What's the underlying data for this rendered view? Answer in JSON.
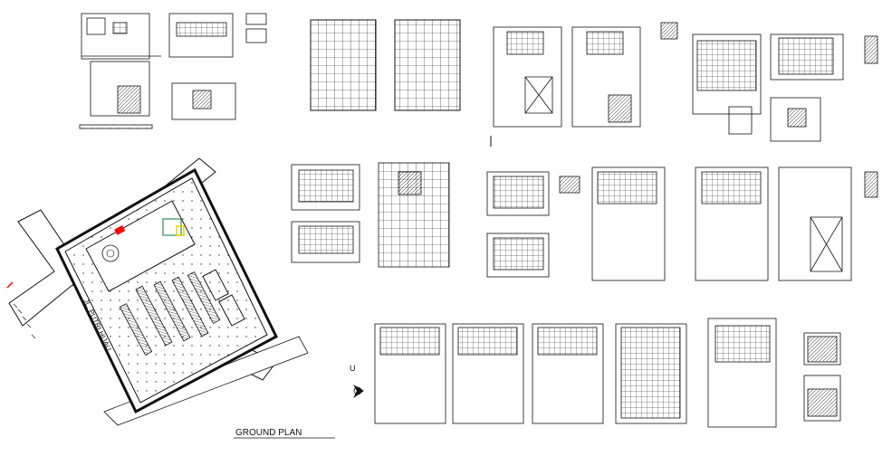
{
  "drawing": {
    "ground_plan_label": "GROUND PLAN",
    "street_label": "JL. PUTRI HIJAU",
    "north_label": "U",
    "line_color": "#111111",
    "highlight_color": "#ff0000",
    "accent_colors": [
      "#e6d200",
      "#2e8b57"
    ]
  }
}
